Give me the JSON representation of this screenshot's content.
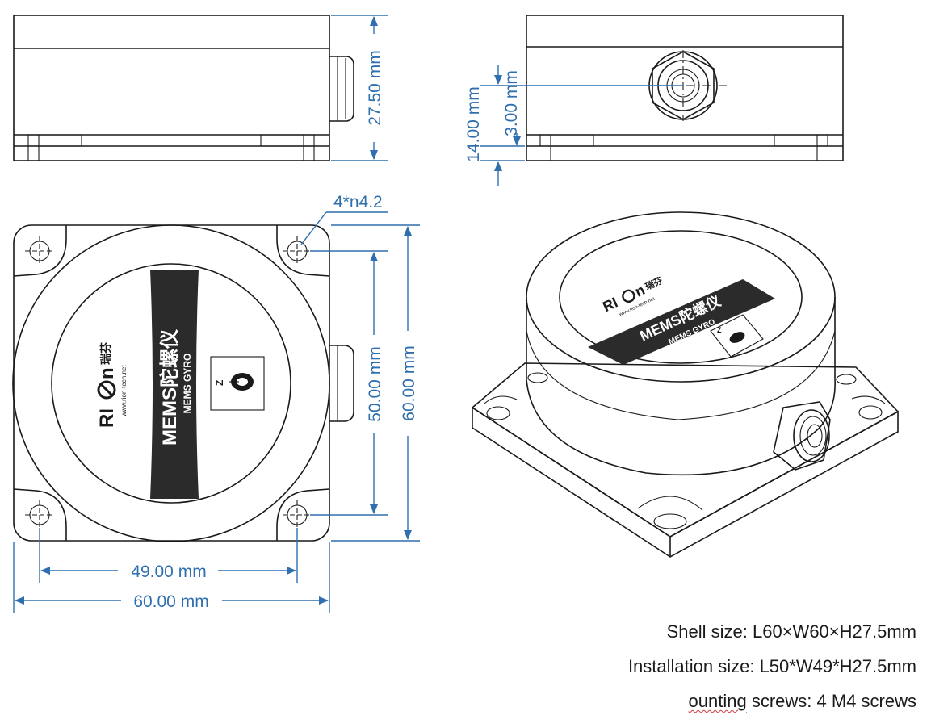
{
  "dimensions": {
    "side_height": "27.50 mm",
    "port_height": "14.00 mm",
    "port_offset": "3.00 mm",
    "hole_spec": "4*n4.2",
    "hole_spacing_v": "50.00 mm",
    "outer_v": "60.00 mm",
    "hole_spacing_h": "49.00 mm",
    "outer_h": "60.00 mm"
  },
  "label": {
    "brand": "RI",
    "brand_tail": "n",
    "brand_cn": "瑞芬",
    "website": "www.rion-tech.net",
    "product_cn": "MEMS陀螺仪",
    "product_en": "MEMS GYRO",
    "axis": "Z"
  },
  "specs": {
    "shell": "Shell size: L60×W60×H27.5mm",
    "install": "Installation size: L50*W49*H27.5mm",
    "screws_prefix": "ounting",
    "screws_rest": " screws: 4 M4 screws"
  },
  "colors": {
    "dimension": "#2f6fae",
    "outline": "#1a1a1a",
    "band": "#2b2b2b"
  }
}
